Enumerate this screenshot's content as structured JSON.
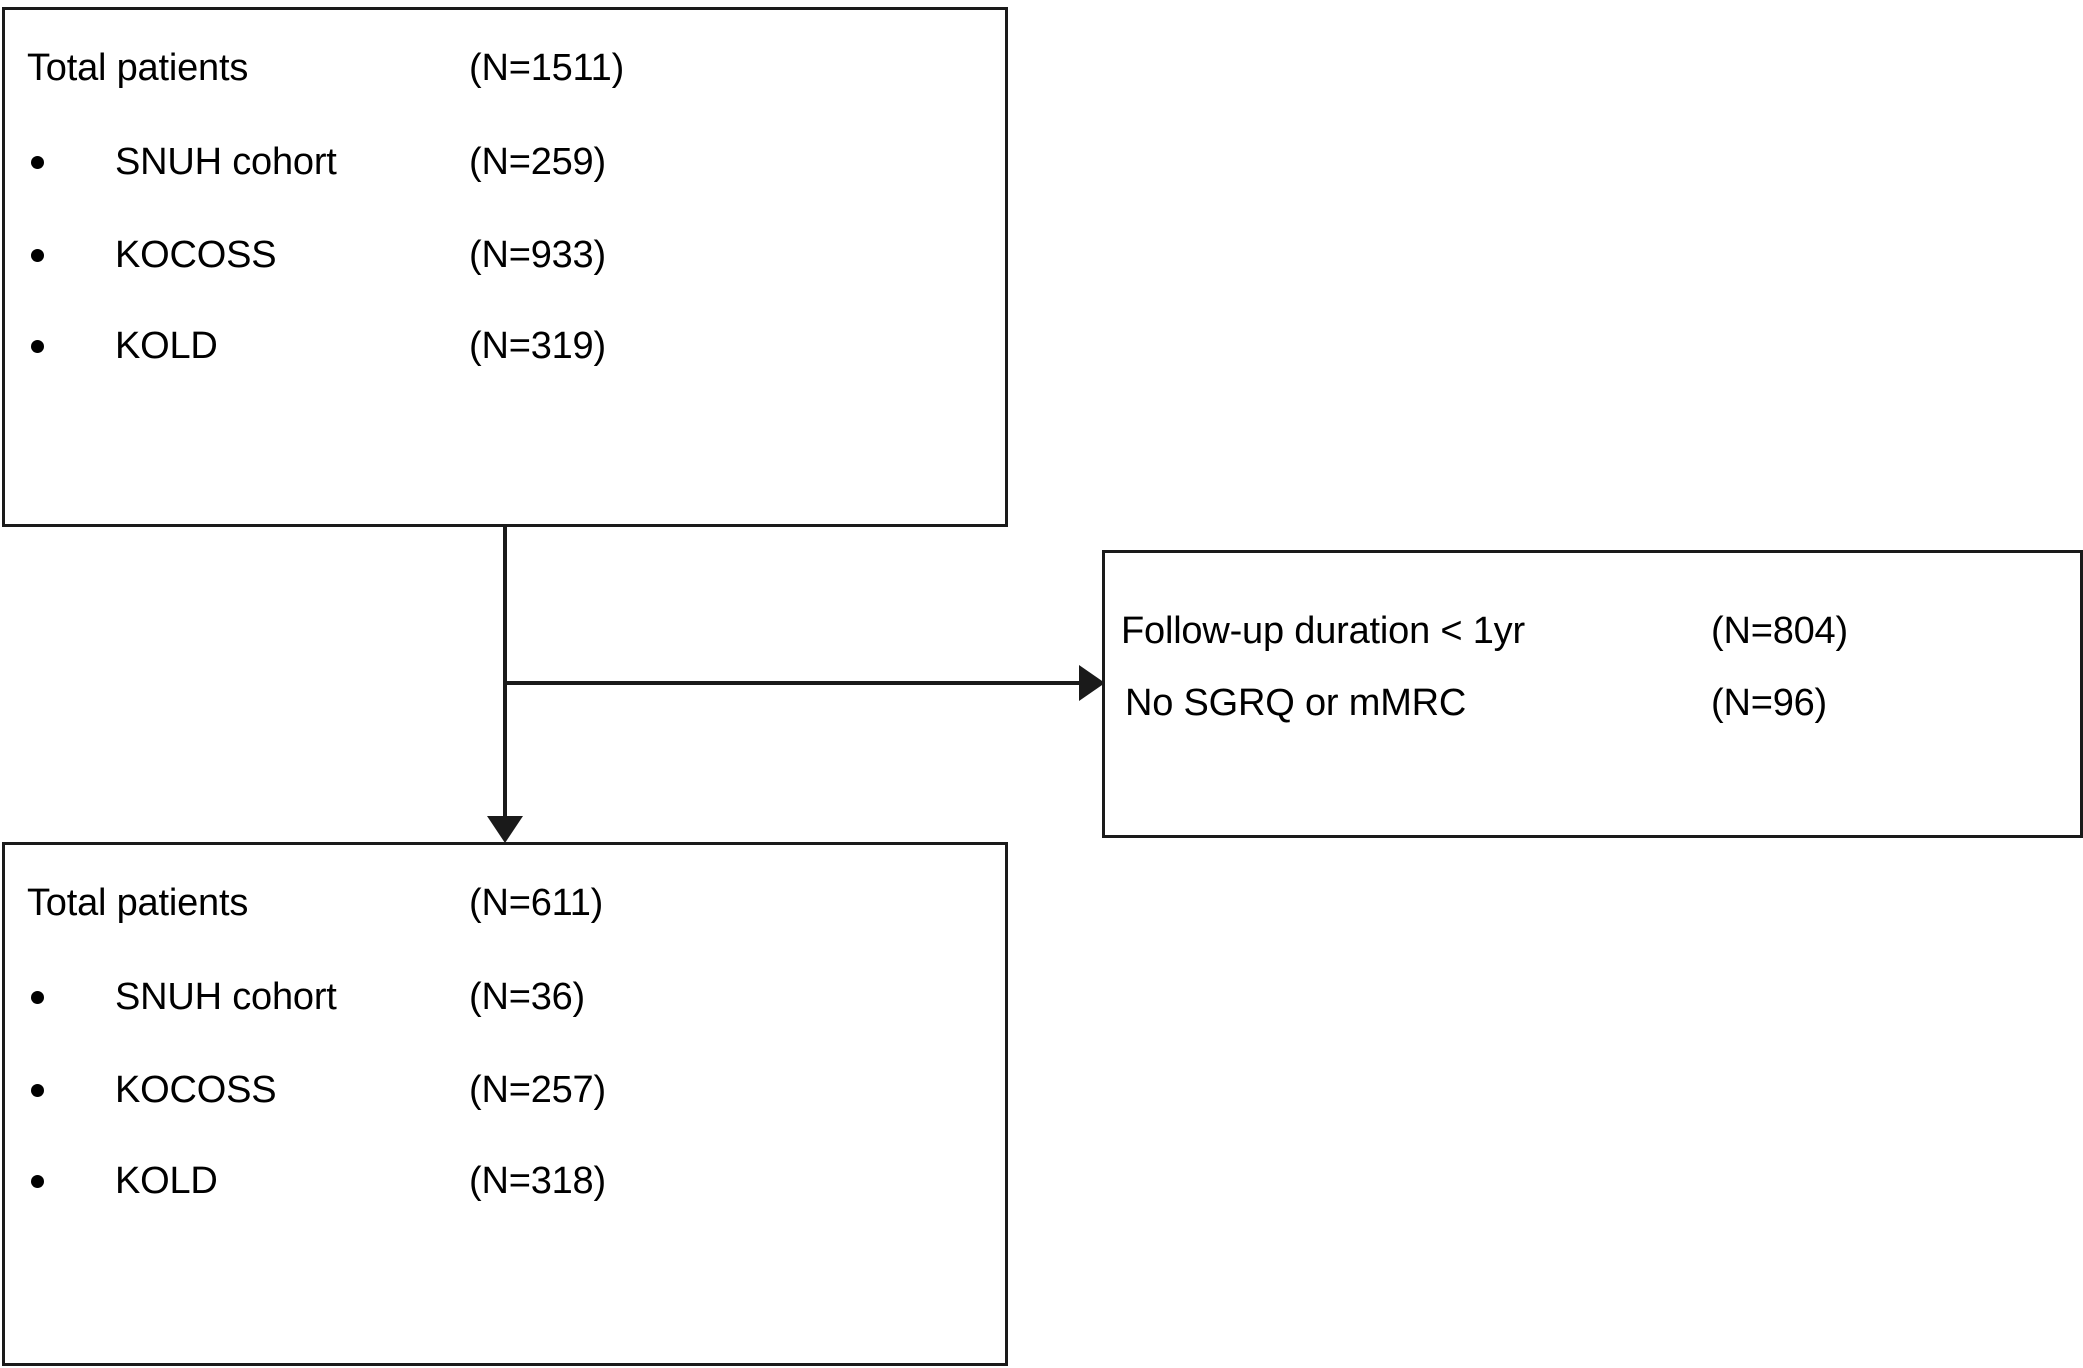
{
  "diagram": {
    "type": "patient-flow-diagram",
    "boxes": {
      "top_cohort": {
        "header": {
          "label": "Total patients",
          "count": "(N=1511)"
        },
        "items": [
          {
            "label": "SNUH cohort",
            "count": "(N=259)",
            "bullet": "bullet-dot"
          },
          {
            "label": "KOCOSS",
            "count": "(N=933)",
            "bullet": "bullet-dot"
          },
          {
            "label": "KOLD",
            "count": "(N=319)",
            "bullet": "bullet-dot"
          }
        ]
      },
      "excluded": {
        "rows": [
          {
            "label": "Follow-up duration < 1yr",
            "count": "(N=804)"
          },
          {
            "label": "No SGRQ or mMRC",
            "count": "(N=96)"
          }
        ]
      },
      "bottom_cohort": {
        "header": {
          "label": "Total patients",
          "count": "(N=611)"
        },
        "items": [
          {
            "label": "SNUH cohort",
            "count": "(N=36)",
            "bullet": "bullet-dot"
          },
          {
            "label": "KOCOSS",
            "count": "(N=257)",
            "bullet": "bullet-dot"
          },
          {
            "label": "KOLD",
            "count": "(N=318)",
            "bullet": "bullet-dot"
          }
        ]
      }
    },
    "connectors": {
      "stem": "vertical-line",
      "branch": "horizontal-line",
      "arrow_right": "arrowhead-right",
      "arrow_down": "arrowhead-down"
    },
    "colors": {
      "stroke": "#1a1a1a",
      "background": "#ffffff",
      "text": "#000000"
    }
  }
}
